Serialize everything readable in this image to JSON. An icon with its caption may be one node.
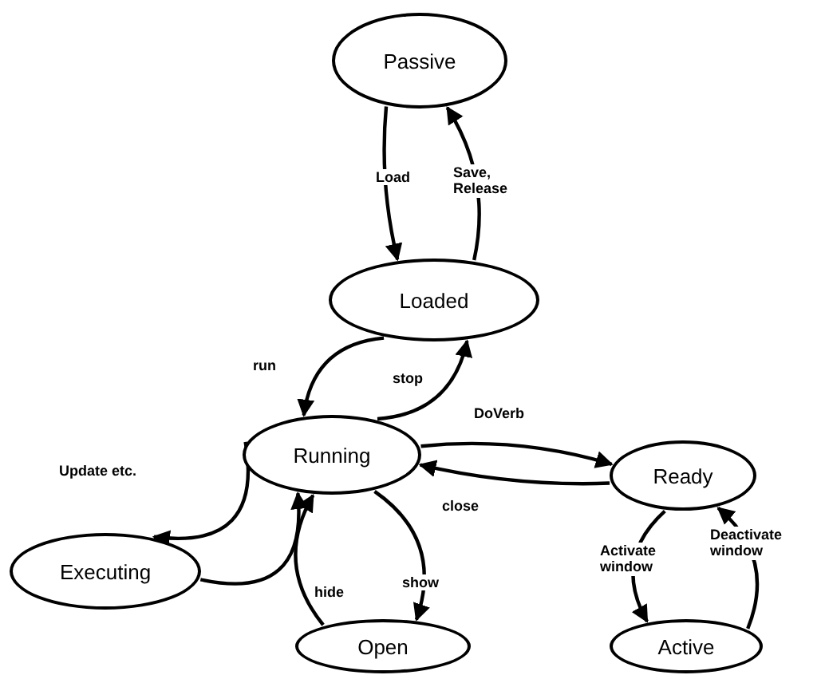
{
  "diagram": {
    "nodes": [
      {
        "text": [
          "Passive"
        ]
      },
      {
        "text": [
          "Loaded"
        ]
      },
      {
        "text": [
          "Running"
        ]
      },
      {
        "text": [
          "Ready"
        ]
      },
      {
        "text": [
          "Executing"
        ]
      },
      {
        "text": [
          "Open"
        ]
      },
      {
        "text": [
          "Active"
        ]
      }
    ],
    "edges": [
      {
        "from": 0,
        "to": 1,
        "arrow": "to",
        "label": "Load"
      },
      {
        "from": 1,
        "to": 0,
        "arrow": "to",
        "label": "Save, Release"
      },
      {
        "from": 1,
        "to": 2,
        "arrow": "to",
        "label": "run"
      },
      {
        "from": 2,
        "to": 1,
        "arrow": "to",
        "label": "stop"
      },
      {
        "from": 2,
        "to": 3,
        "arrow": "to",
        "label": "DoVerb"
      },
      {
        "from": 3,
        "to": 2,
        "arrow": "to",
        "label": "close"
      },
      {
        "from": 2,
        "to": 4,
        "arrow": "to",
        "label": "Update etc."
      },
      {
        "from": 4,
        "to": 2,
        "arrow": "to"
      },
      {
        "from": 5,
        "to": 2,
        "arrow": "to",
        "label": "hide"
      },
      {
        "from": 2,
        "to": 5,
        "arrow": "to",
        "label": "show"
      },
      {
        "from": 3,
        "to": 6,
        "arrow": "to",
        "label": "Activate window"
      },
      {
        "from": 6,
        "to": 3,
        "arrow": "to",
        "label": "Deactivate window"
      }
    ]
  }
}
